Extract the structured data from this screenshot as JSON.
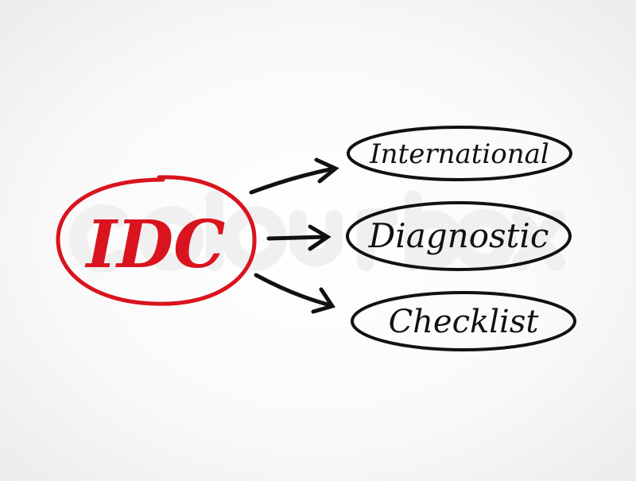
{
  "acronym": {
    "text": "IDC",
    "color": "#d9141e"
  },
  "terms": [
    {
      "text": "International"
    },
    {
      "text": "Diagnostic"
    },
    {
      "text": "Checklist"
    }
  ],
  "watermark": "colourbox",
  "ink_color": "#111111"
}
